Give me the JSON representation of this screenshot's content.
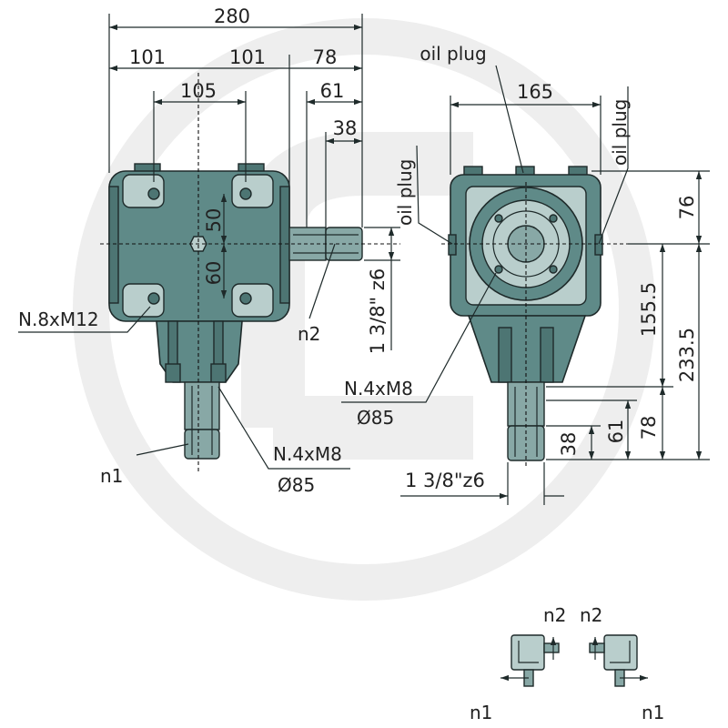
{
  "left_view": {
    "dims": {
      "overall": "280",
      "seg_a": "101",
      "seg_b": "101",
      "seg_c": "78",
      "bolt_spacing": "105",
      "shaft_len_long": "61",
      "shaft_len_short": "38",
      "upper_offset": "50",
      "lower_offset": "60",
      "shaft_diameter": "1 3/8\" z6"
    },
    "labels": {
      "mount_holes": "N.8xM12",
      "output_shaft": "n2",
      "input_shaft": "n1",
      "flange_bolts": "N.4xM8",
      "flange_diameter": "Ø85"
    }
  },
  "right_view": {
    "dims": {
      "width": "165",
      "top_height": "76",
      "center_to_flange": "155.5",
      "center_to_shaft_end": "233.5",
      "shaft_len_short": "38",
      "shaft_len_mid": "61",
      "shaft_len_long": "78",
      "shaft_diameter": "1 3/8\"z6"
    },
    "labels": {
      "oil_plug_top": "oil plug",
      "oil_plug_left": "oil plug",
      "oil_plug_right": "oil plug",
      "flange_bolts": "N.4xM8",
      "flange_diameter": "Ø85"
    }
  },
  "rotation_legend": {
    "left_n2": "n2",
    "right_n2": "n2",
    "left_n1": "n1",
    "right_n1": "n1"
  },
  "colors": {
    "housing": "#5f8a88",
    "shaft": "#88a8a6",
    "lines": "#1e2a2a",
    "watermark": "#eeeeee"
  }
}
